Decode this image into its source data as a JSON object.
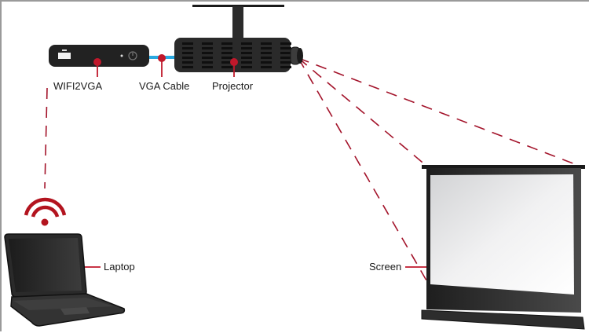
{
  "diagram": {
    "labels": {
      "wifi2vga": "WIFI2VGA",
      "vga_cable": "VGA Cable",
      "projector": "Projector",
      "laptop": "Laptop",
      "screen": "Screen"
    },
    "icons": {
      "wifi": "wifi-signal-icon"
    },
    "colors": {
      "accent": "#c0182b",
      "dash": "#a3132a",
      "cable": "#29a8e0",
      "device": "#2a2a2a",
      "screen_surface": "#e6e7e8"
    }
  }
}
